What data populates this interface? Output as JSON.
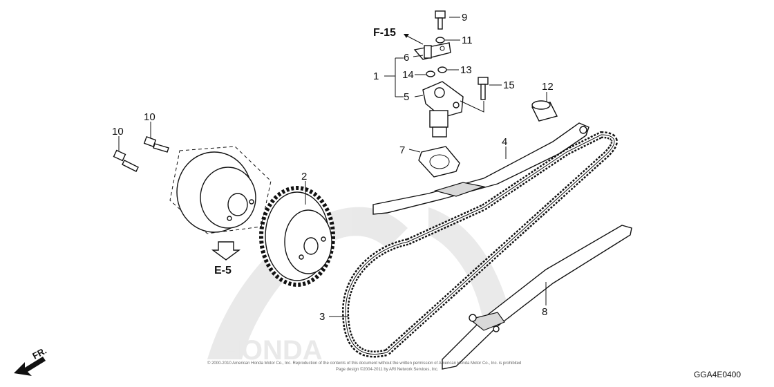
{
  "diagram": {
    "callouts": [
      {
        "id": "c1",
        "text": "1"
      },
      {
        "id": "c2",
        "text": "2"
      },
      {
        "id": "c3",
        "text": "3"
      },
      {
        "id": "c4",
        "text": "4"
      },
      {
        "id": "c5",
        "text": "5"
      },
      {
        "id": "c6",
        "text": "6"
      },
      {
        "id": "c7",
        "text": "7"
      },
      {
        "id": "c8",
        "text": "8"
      },
      {
        "id": "c9",
        "text": "9"
      },
      {
        "id": "c10a",
        "text": "10"
      },
      {
        "id": "c10b",
        "text": "10"
      },
      {
        "id": "c11",
        "text": "11"
      },
      {
        "id": "c12",
        "text": "12"
      },
      {
        "id": "c13",
        "text": "13"
      },
      {
        "id": "c14",
        "text": "14"
      },
      {
        "id": "c15",
        "text": "15"
      }
    ],
    "refs": {
      "f15": "F-15",
      "e5": "E-5"
    },
    "diagram_code": "GGA4E0400",
    "front_marker": "FR.",
    "copyright_line1": "© 2000-2010 American Honda Motor Co., Inc. Reproduction of the contents of this document without the written permission of American Honda Motor Co., Inc. is prohibited",
    "copyright_line2": "Page design ©2004-2011 by ARI Network Services, Inc.",
    "watermark": "HONDA"
  }
}
